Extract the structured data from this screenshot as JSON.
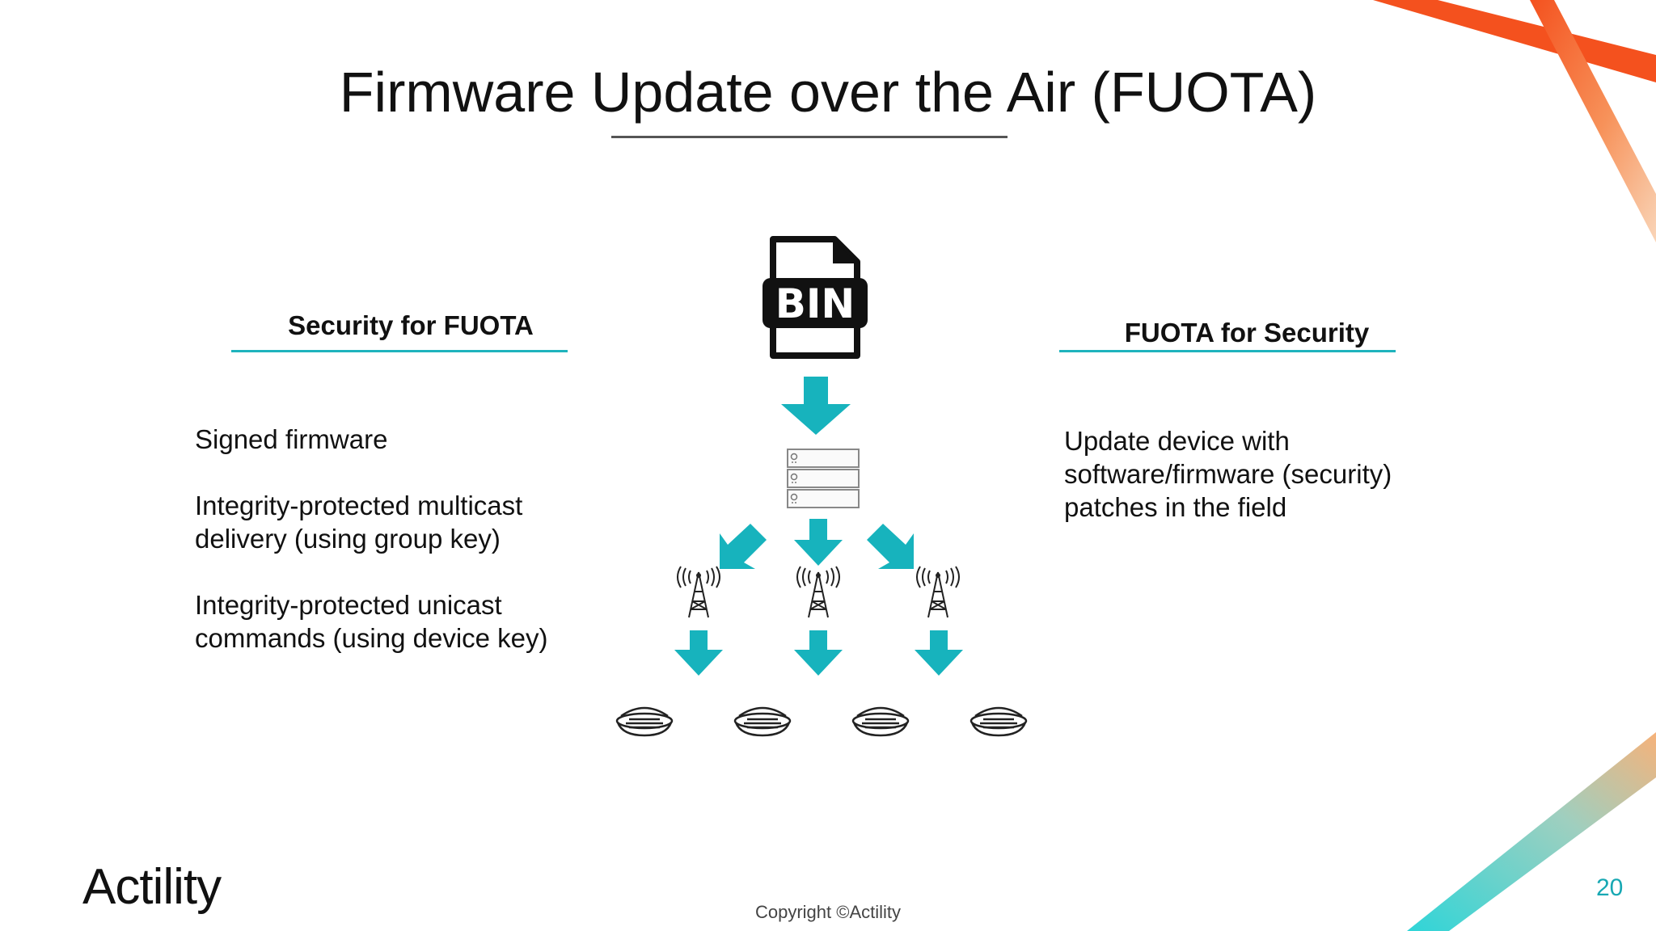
{
  "slide": {
    "title": "Firmware Update over the Air (FUOTA)",
    "page_number": "20",
    "copyright": "Copyright ©Actility",
    "logo_text": "Actility"
  },
  "left_column": {
    "heading": "Security for FUOTA",
    "items": [
      "Signed firmware",
      "Integrity-protected multicast",
      "delivery (using group key)",
      "Integrity-protected unicast",
      "commands (using device key)"
    ]
  },
  "right_column": {
    "heading": "FUOTA for Security",
    "lines": [
      "Update device with",
      "software/firmware (security)",
      "patches in the field"
    ]
  },
  "diagram": {
    "file_label": "BIN"
  },
  "colors": {
    "accent_teal": "#1fb3bd",
    "accent_orange": "#f4511e",
    "text": "#111111"
  }
}
